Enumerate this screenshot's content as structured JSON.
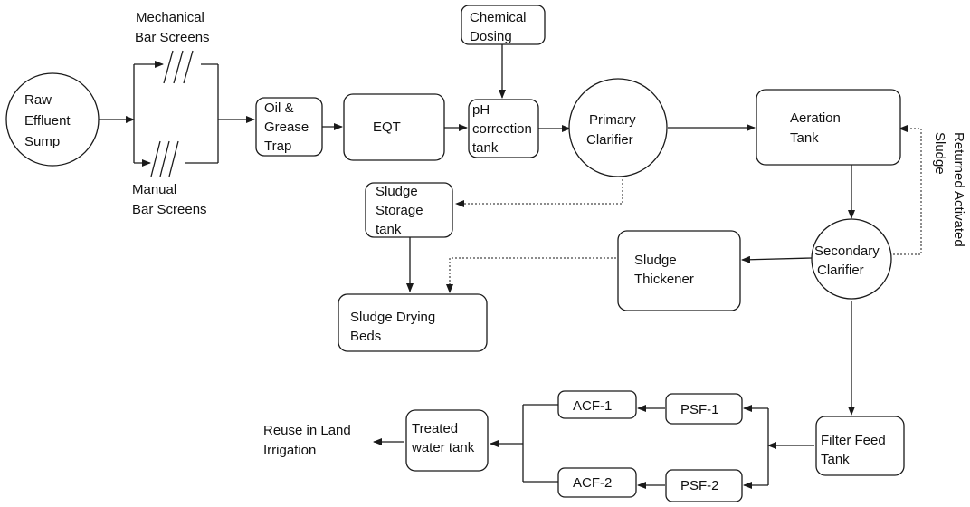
{
  "nodes": {
    "raw_effluent_sump": [
      "Raw",
      "Effluent",
      "Sump"
    ],
    "oil_grease_trap": [
      "Oil &",
      "Grease",
      "Trap"
    ],
    "eqt": [
      "EQT"
    ],
    "chemical_dosing": [
      "Chemical",
      "Dosing"
    ],
    "ph_correction_tank": [
      "pH",
      "correction",
      "tank"
    ],
    "primary_clarifier": [
      "Primary",
      "Clarifier"
    ],
    "aeration_tank": [
      "Aeration",
      "Tank"
    ],
    "sludge_storage_tank": [
      "Sludge",
      "Storage",
      "tank"
    ],
    "sludge_drying_beds": [
      "Sludge Drying",
      "Beds"
    ],
    "sludge_thickener": [
      "Sludge",
      "Thickener"
    ],
    "secondary_clarifier": [
      "Secondary",
      "Clarifier"
    ],
    "filter_feed_tank": [
      "Filter Feed",
      "Tank"
    ],
    "psf_1": [
      "PSF-1"
    ],
    "psf_2": [
      "PSF-2"
    ],
    "acf_1": [
      "ACF-1"
    ],
    "acf_2": [
      "ACF-2"
    ],
    "treated_water_tank": [
      "Treated",
      "water tank"
    ]
  },
  "labels": {
    "mechanical_bar_screens": [
      "Mechanical",
      "Bar Screens"
    ],
    "manual_bar_screens": [
      "Manual",
      "Bar Screens"
    ],
    "returned_activated_sludge": [
      "Returned Activated",
      "Sludge"
    ],
    "reuse": [
      "Reuse in Land",
      "Irrigation"
    ]
  }
}
